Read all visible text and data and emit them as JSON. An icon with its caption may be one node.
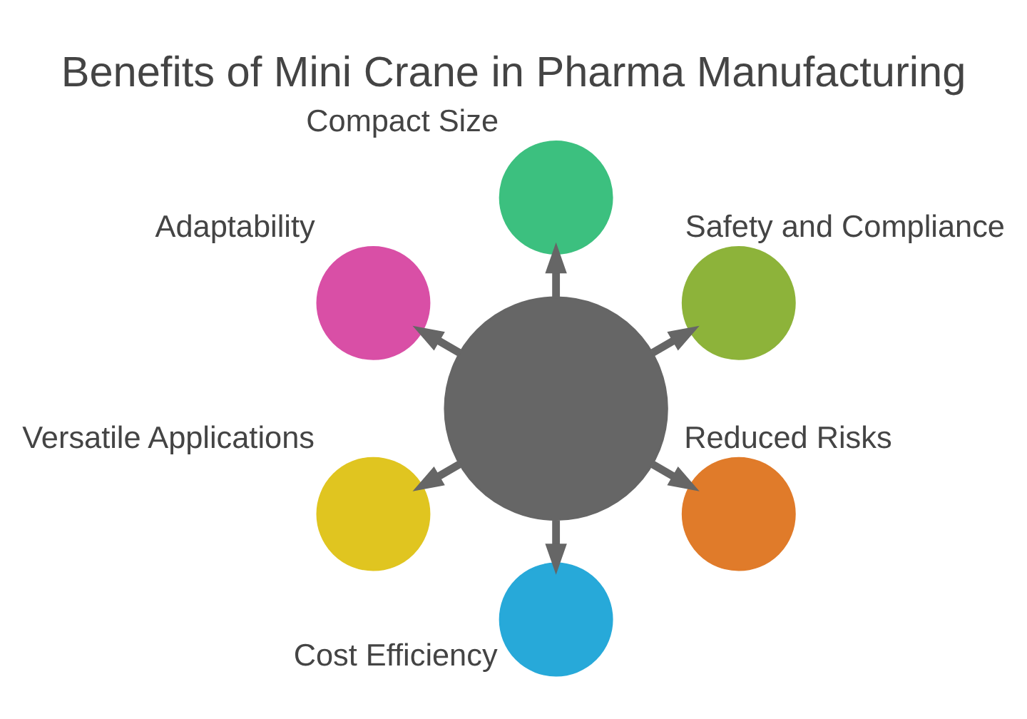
{
  "diagram": {
    "title": "Benefits of Mini Crane in Pharma Manufacturing",
    "nodes": [
      {
        "text": [],
        "shape": "circle",
        "beside": [
          "Safety and Compliance"
        ]
      },
      {
        "text": [],
        "shape": "circle",
        "beside": [
          "Compact Size"
        ]
      },
      {
        "text": [],
        "shape": "circle",
        "beside": [
          "Adaptability"
        ]
      },
      {
        "text": [],
        "shape": "circle"
      },
      {
        "text": [],
        "shape": "circle",
        "beside": [
          "Versatile Applications"
        ]
      },
      {
        "text": [],
        "shape": "circle",
        "beside": [
          "Cost Efficiency"
        ]
      },
      {
        "text": [],
        "shape": "circle",
        "beside": [
          "Reduced Risks"
        ]
      }
    ],
    "edges": [
      {
        "from": 3,
        "to": 0,
        "arrow": "to"
      },
      {
        "from": 3,
        "to": 1,
        "arrow": "to"
      },
      {
        "from": 3,
        "to": 4,
        "arrow": "to"
      },
      {
        "from": 3,
        "to": 6,
        "arrow": "to"
      },
      {
        "from": 3,
        "to": 5,
        "arrow": "to"
      },
      {
        "from": 3,
        "to": 2,
        "arrow": "to"
      }
    ]
  }
}
